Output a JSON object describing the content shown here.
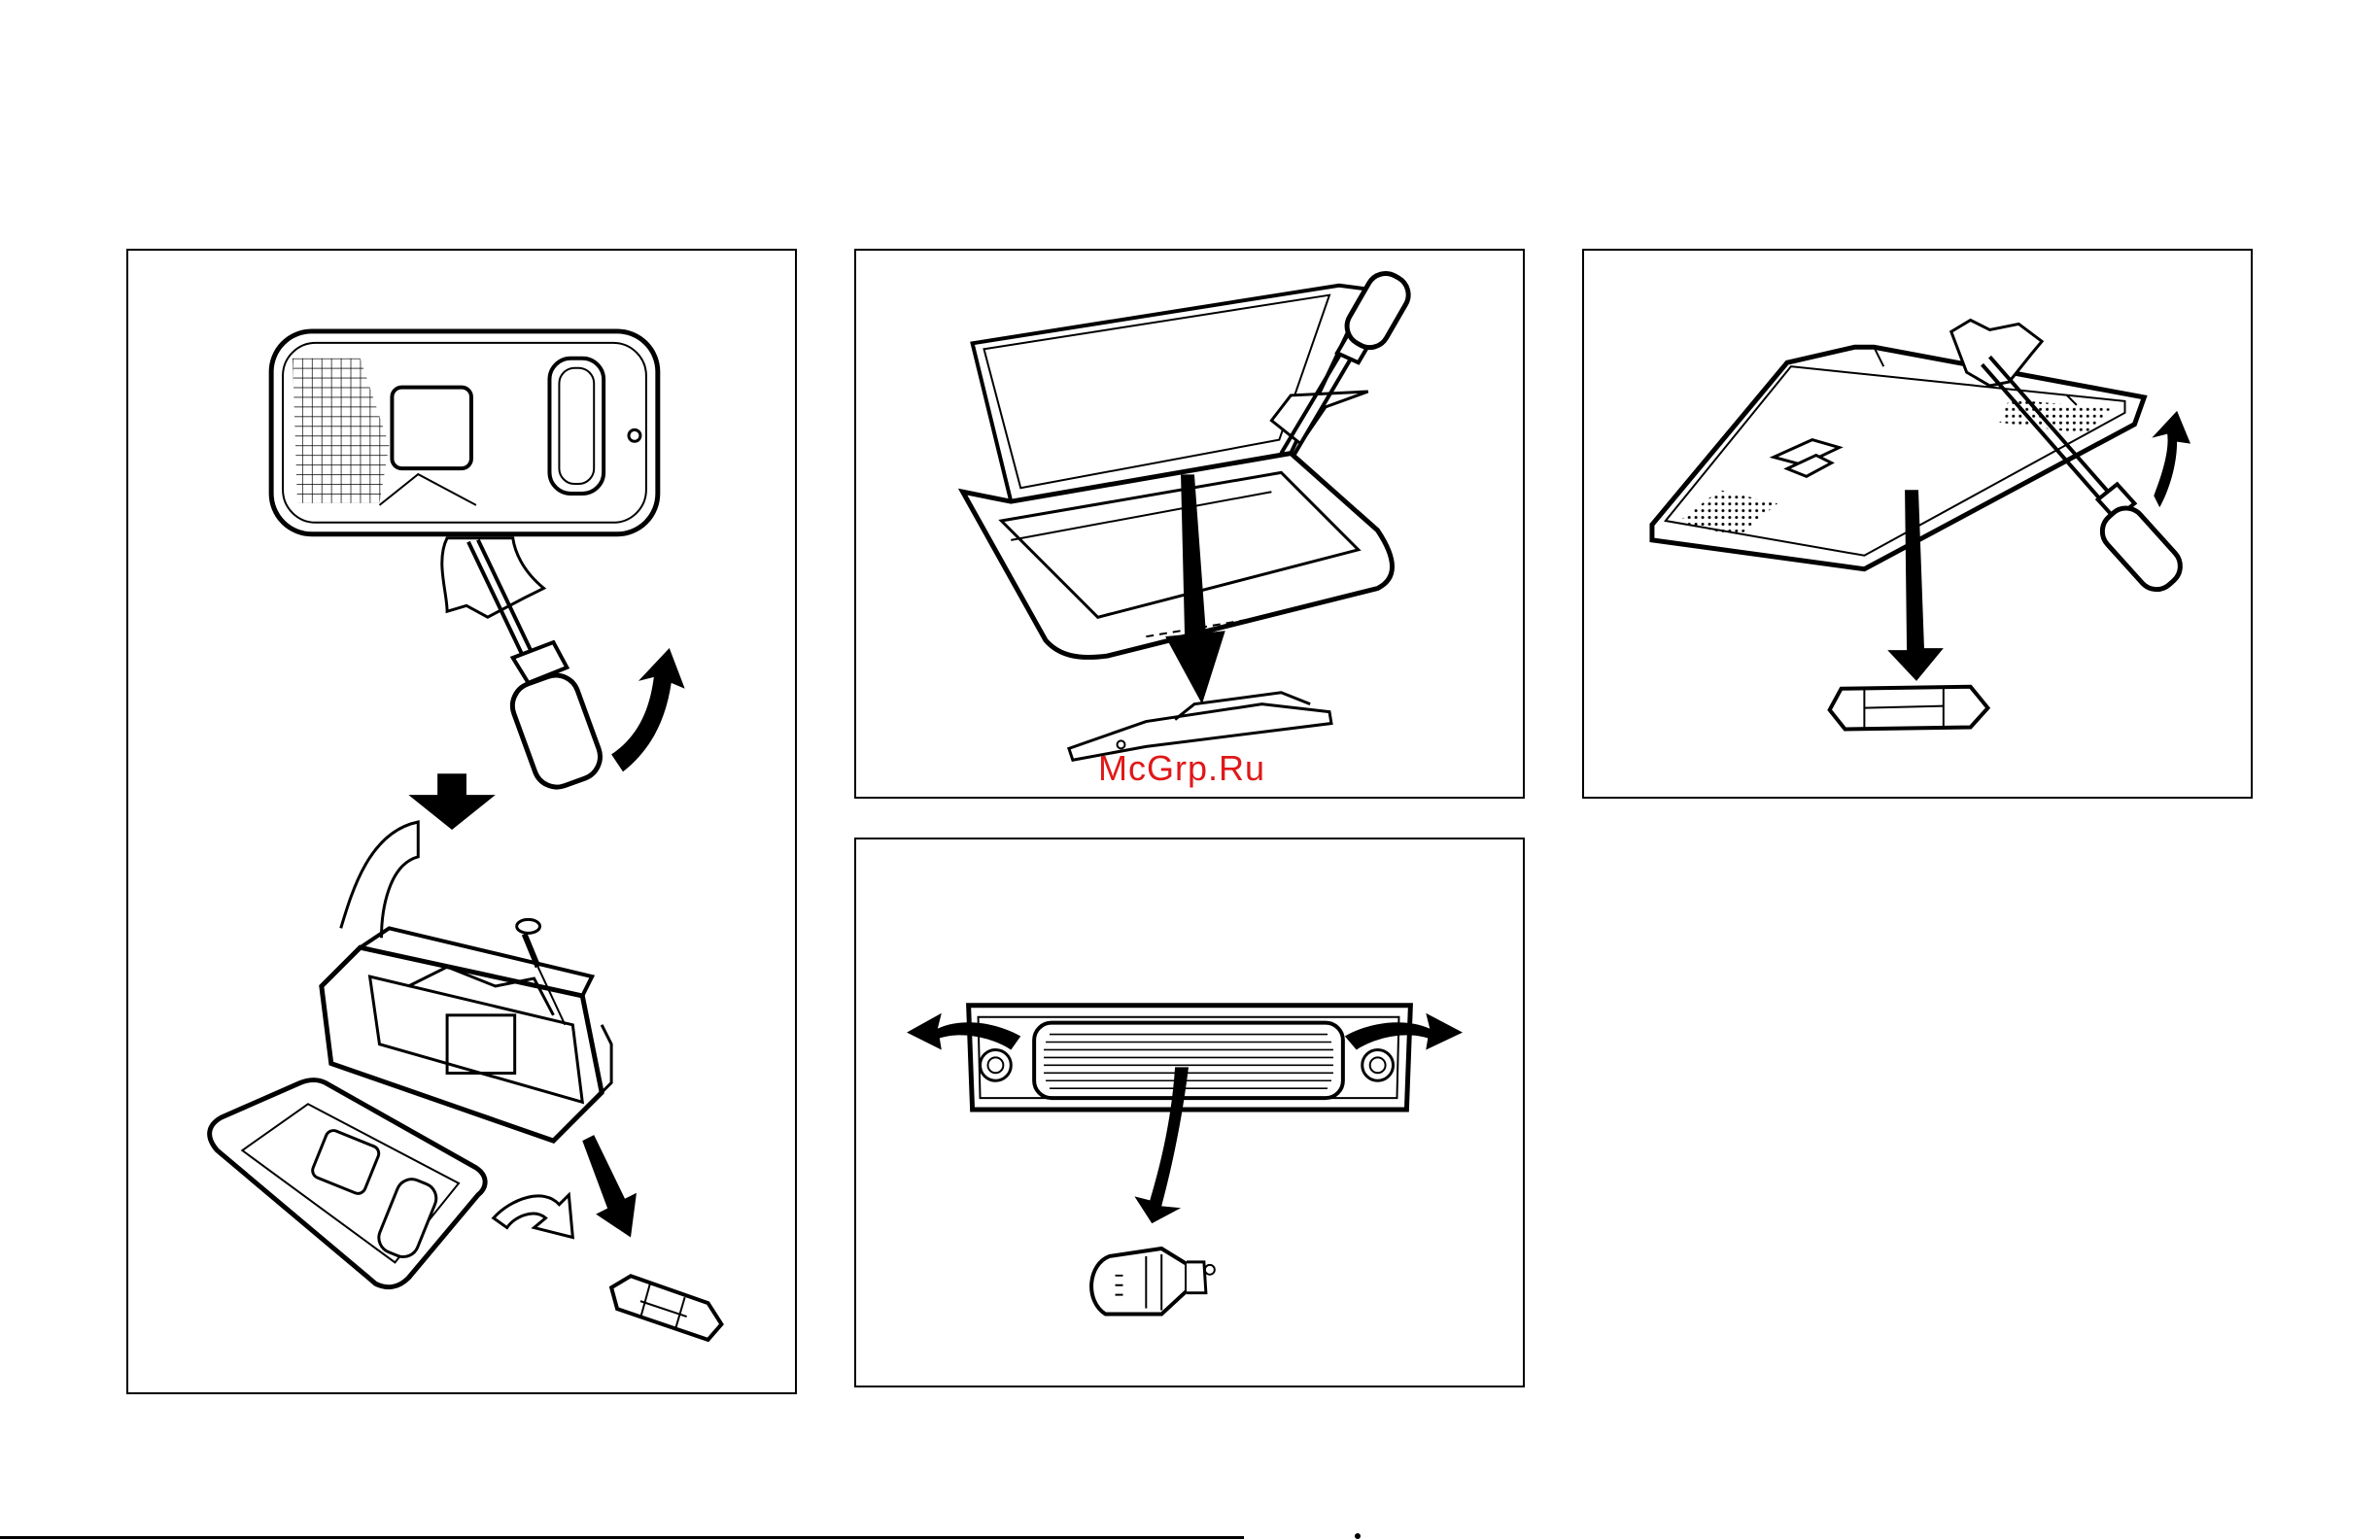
{
  "watermark": {
    "text": "McGrp.Ru",
    "color": "#e01818"
  },
  "figures": [
    {
      "id": "p1",
      "depicts": [
        "lamp-lens-icon",
        "screwdriver-icon",
        "down-arrow-icon",
        "lamp-housing-icon",
        "screw-icon",
        "lens-cover-icon",
        "festoon-bulb-icon"
      ]
    },
    {
      "id": "p2",
      "depicts": [
        "lamp-frame-icon",
        "screwdriver-icon",
        "down-arrow-icon",
        "bulb-holder-icon"
      ]
    },
    {
      "id": "p3",
      "depicts": [
        "lamp-lens-icon",
        "screwdriver-icon",
        "curved-arrow-icon",
        "down-arrow-icon",
        "festoon-bulb-icon"
      ]
    },
    {
      "id": "p4",
      "depicts": [
        "license-lamp-icon",
        "curved-arrow-icon",
        "down-arrow-icon",
        "wedge-bulb-icon"
      ]
    }
  ]
}
